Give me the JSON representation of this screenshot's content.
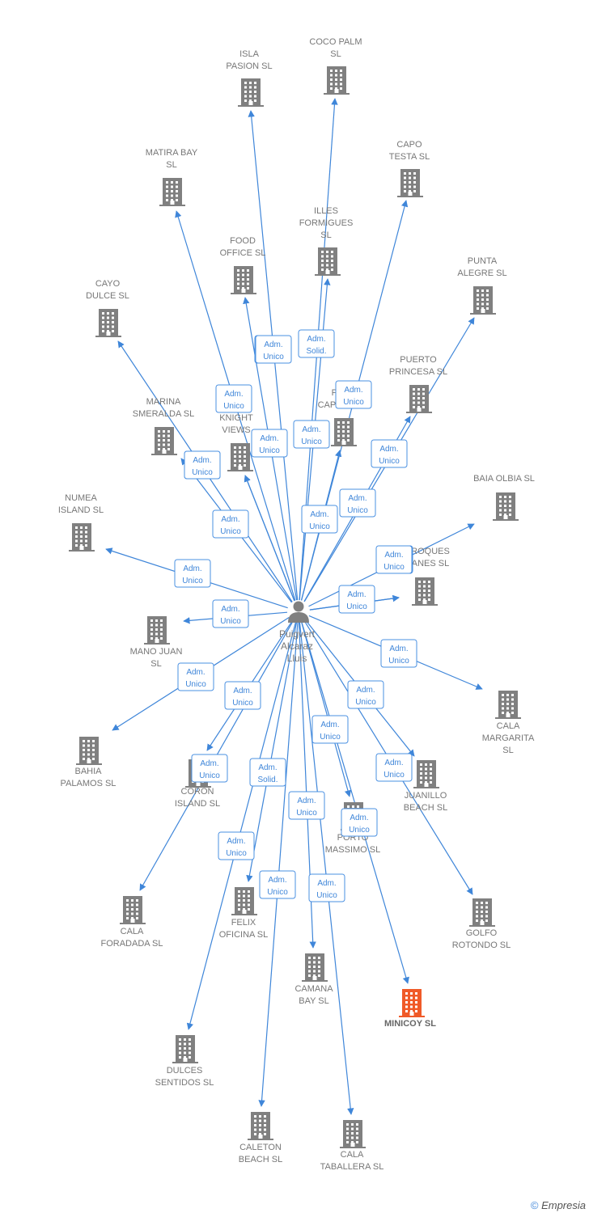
{
  "colors": {
    "edge": "#3f86d9",
    "building": "#808080",
    "building_highlight": "#f05a28",
    "person": "#808080"
  },
  "center": {
    "lines": [
      "Puigvert",
      "Alcaraz",
      "Lluis"
    ],
    "icon": "person-icon"
  },
  "companies": [
    {
      "id": "isla-pasion",
      "lines": [
        "ISLA",
        "PASION  SL"
      ]
    },
    {
      "id": "coco-palm",
      "lines": [
        "COCO PALM",
        "SL"
      ]
    },
    {
      "id": "matira-bay",
      "lines": [
        "MATIRA BAY",
        "SL"
      ]
    },
    {
      "id": "capo-testa",
      "lines": [
        "CAPO",
        "TESTA  SL"
      ]
    },
    {
      "id": "illes-formigues",
      "lines": [
        "ILLES",
        "FORMIGUES",
        "SL"
      ]
    },
    {
      "id": "food-office",
      "lines": [
        "FOOD",
        "OFFICE  SL"
      ]
    },
    {
      "id": "punta-alegre",
      "lines": [
        "PUNTA",
        "ALEGRE  SL"
      ]
    },
    {
      "id": "cayo-dulce",
      "lines": [
        "CAYO",
        "DULCE  SL"
      ]
    },
    {
      "id": "puerto-princesa",
      "lines": [
        "PUERTO",
        "PRINCESA  SL"
      ]
    },
    {
      "id": "marina-smeralda",
      "lines": [
        "MARINA",
        "SMERALDA  SL"
      ]
    },
    {
      "id": "playa-capital",
      "lines": [
        "PLA",
        "CAPITA  SL"
      ]
    },
    {
      "id": "knight-views",
      "lines": [
        "KNIGHT",
        "VIEWS"
      ]
    },
    {
      "id": "baia-olbia",
      "lines": [
        "BAIA OLBIA  SL"
      ]
    },
    {
      "id": "numea-island",
      "lines": [
        "NUMEA",
        "ISLAND  SL"
      ]
    },
    {
      "id": "roques",
      "lines": [
        "ROQUES",
        "ANES  SL"
      ]
    },
    {
      "id": "mano-juan",
      "lines": [
        "MANO JUAN",
        "SL"
      ]
    },
    {
      "id": "cala-margarita",
      "lines": [
        "CALA",
        "MARGARITA",
        "SL"
      ]
    },
    {
      "id": "bahia-palamos",
      "lines": [
        "BAHIA",
        "PALAMOS  SL"
      ]
    },
    {
      "id": "coron-island",
      "lines": [
        "CORON",
        "ISLAND  SL"
      ]
    },
    {
      "id": "juanillo-beach",
      "lines": [
        "JUANILLO",
        "BEACH  SL"
      ]
    },
    {
      "id": "porto-massimo",
      "lines": [
        "PORTO",
        "MASSIMO  SL"
      ]
    },
    {
      "id": "cala-forada",
      "lines": [
        "CALA",
        "FORADADA  SL"
      ]
    },
    {
      "id": "felix-oficina",
      "lines": [
        "FELIX",
        "OFICINA  SL"
      ]
    },
    {
      "id": "golfo-rotondo",
      "lines": [
        "GOLFO",
        "ROTONDO  SL"
      ]
    },
    {
      "id": "camana-bay",
      "lines": [
        "CAMANA",
        "BAY  SL"
      ]
    },
    {
      "id": "minicoy",
      "lines": [
        "MINICOY  SL"
      ],
      "highlight": true
    },
    {
      "id": "dulces-sentidos",
      "lines": [
        "DULCES",
        "SENTIDOS  SL"
      ]
    },
    {
      "id": "caleton-beach",
      "lines": [
        "CALETON",
        "BEACH  SL"
      ]
    },
    {
      "id": "cala-taballera",
      "lines": [
        "CALA",
        "TABALLERA  SL"
      ]
    }
  ],
  "edges": [
    {
      "to": "isla-pasion",
      "lines": [
        "Adm.",
        "Unico"
      ]
    },
    {
      "to": "coco-palm",
      "lines": [
        "Adm.",
        "Solid."
      ]
    },
    {
      "to": "matira-bay",
      "lines": [
        "Adm.",
        "Unico"
      ]
    },
    {
      "to": "capo-testa",
      "lines": [
        "Adm.",
        "Unico"
      ]
    },
    {
      "to": "illes-formigues",
      "lines": [
        "Adm.",
        "Unico"
      ]
    },
    {
      "to": "food-office",
      "lines": [
        "Adm.",
        "Unico"
      ]
    },
    {
      "to": "punta-alegre",
      "lines": [
        "Adm.",
        "Unico"
      ]
    },
    {
      "to": "cayo-dulce",
      "lines": [
        "Adm.",
        "Unico"
      ]
    },
    {
      "to": "puerto-princesa",
      "lines": [
        "Adm.",
        "Unico"
      ]
    },
    {
      "to": "marina-smeralda",
      "lines": [
        "Adm.",
        "Unico"
      ]
    },
    {
      "to": "playa-capital",
      "lines": [
        "Adm.",
        "Unico"
      ]
    },
    {
      "to": "knight-views",
      "lines": [
        "Adm.",
        "Unico"
      ]
    },
    {
      "to": "baia-olbia",
      "lines": [
        "Adm.",
        "Unico"
      ]
    },
    {
      "to": "numea-island",
      "lines": [
        "Adm.",
        "Unico"
      ]
    },
    {
      "to": "roques",
      "lines": [
        "Adm.",
        "Unico"
      ]
    },
    {
      "to": "mano-juan",
      "lines": [
        "Adm.",
        "Unico"
      ]
    },
    {
      "to": "cala-margarita",
      "lines": [
        "Adm.",
        "Unico"
      ]
    },
    {
      "to": "bahia-palamos",
      "lines": [
        "Adm.",
        "Unico"
      ]
    },
    {
      "to": "coron-island",
      "lines": [
        "Adm.",
        "Unico"
      ]
    },
    {
      "to": "juanillo-beach",
      "lines": [
        "Adm.",
        "Unico"
      ]
    },
    {
      "to": "porto-massimo",
      "lines": [
        "Adm.",
        "Unico"
      ]
    },
    {
      "to": "cala-forada",
      "lines": [
        "Adm.",
        "Unico"
      ]
    },
    {
      "to": "felix-oficina",
      "lines": [
        "Adm.",
        "Solid."
      ]
    },
    {
      "to": "golfo-rotondo",
      "lines": [
        "Adm.",
        "Unico"
      ]
    },
    {
      "to": "camana-bay",
      "lines": [
        "Adm.",
        "Unico"
      ]
    },
    {
      "to": "minicoy",
      "lines": [
        "Adm.",
        "Unico"
      ]
    },
    {
      "to": "dulces-sentidos",
      "lines": [
        "Adm.",
        "Unico"
      ]
    },
    {
      "to": "caleton-beach",
      "lines": [
        "Adm.",
        "Unico"
      ]
    },
    {
      "to": "cala-taballera",
      "lines": [
        "Adm.",
        "Unico"
      ]
    },
    {
      "to": "knight-views",
      "lines": [
        "Adm.",
        "Unico"
      ]
    },
    {
      "to": "roques",
      "lines": [
        "Adm.",
        "Unico"
      ]
    }
  ],
  "footer": {
    "copyright": "©",
    "brand": "Empresia"
  }
}
